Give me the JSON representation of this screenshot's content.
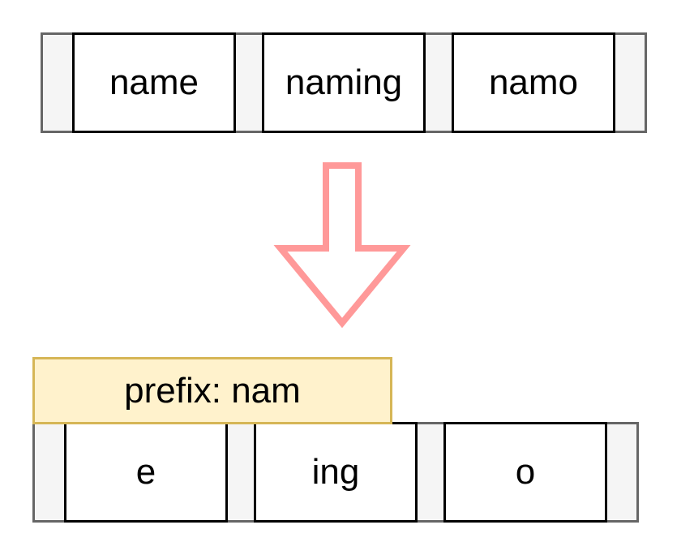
{
  "top_row": {
    "cells": [
      {
        "label": "name"
      },
      {
        "label": "naming"
      },
      {
        "label": "namo"
      }
    ]
  },
  "prefix": {
    "label": "prefix: nam"
  },
  "bottom_row": {
    "cells": [
      {
        "label": "e"
      },
      {
        "label": "ing"
      },
      {
        "label": "o"
      }
    ]
  },
  "colors": {
    "arrow_stroke": "#ff9999",
    "prefix_fill": "#fff2cc",
    "prefix_border": "#d6b656",
    "gap_fill": "#f5f5f5",
    "gap_border": "#666666",
    "cell_border": "#000000"
  },
  "icons": {
    "arrow": "down-arrow-icon"
  }
}
